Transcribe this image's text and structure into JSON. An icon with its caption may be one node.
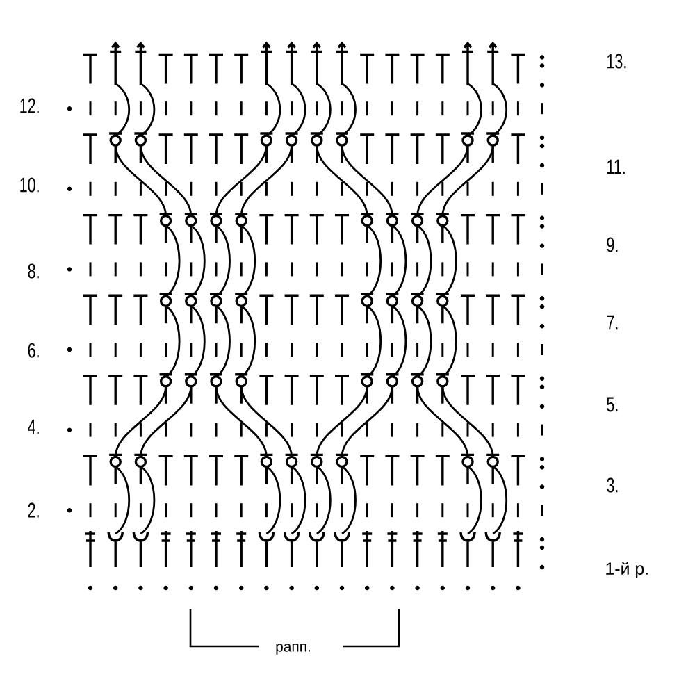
{
  "diagram": {
    "labels": [
      "13.",
      "12.",
      "11.",
      "10.",
      "9.",
      "8.",
      "7.",
      "6.",
      "5.",
      "4.",
      "3.",
      "2.",
      "1-й р.",
      "рапп."
    ]
  }
}
